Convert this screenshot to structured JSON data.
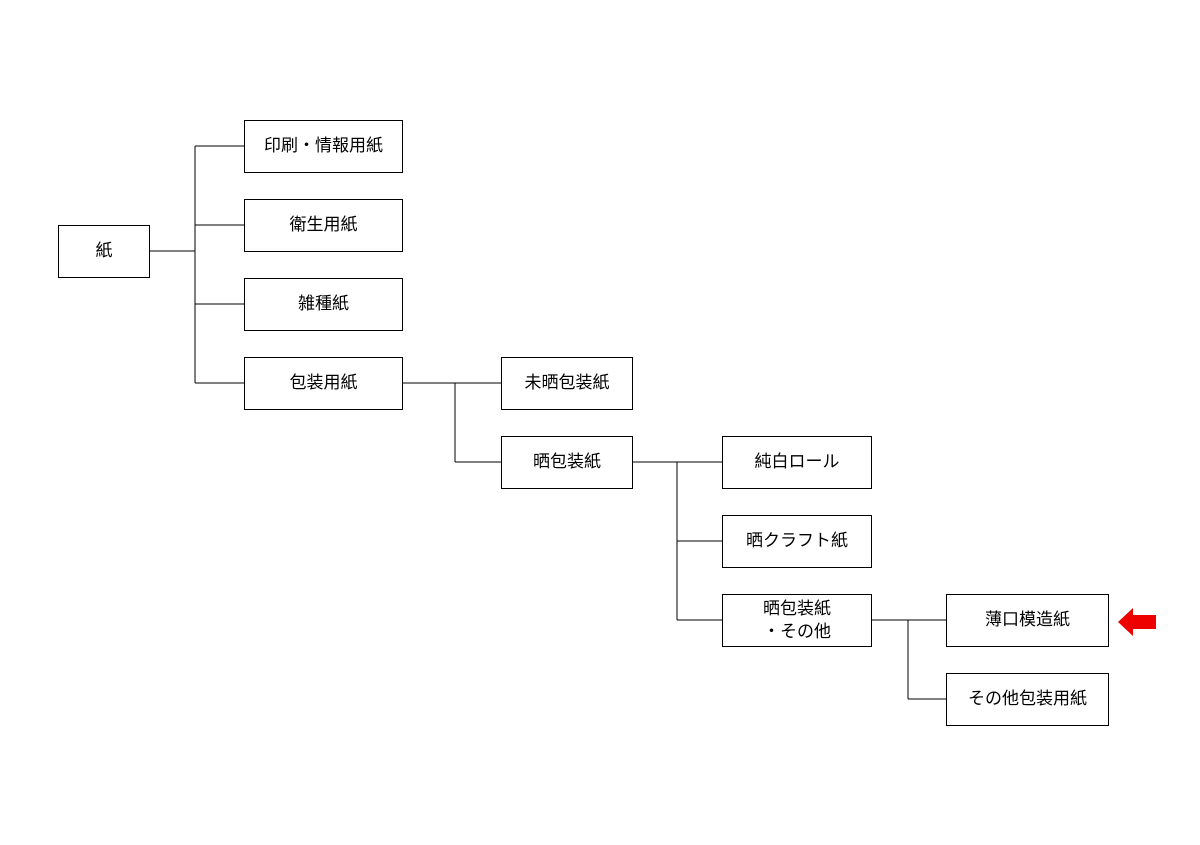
{
  "diagram": {
    "root": {
      "label": "紙"
    },
    "level1": {
      "printing": "印刷・情報用紙",
      "sanitary": "衛生用紙",
      "misc": "雑種紙",
      "packaging": "包装用紙"
    },
    "packaging_children": {
      "unbleached": "未晒包装紙",
      "bleached": "晒包装紙"
    },
    "bleached_children": {
      "pure_white_roll": "純白ロール",
      "bleached_kraft": "晒クラフト紙",
      "bleached_other_line1": "晒包装紙",
      "bleached_other_line2": "・その他"
    },
    "other_children": {
      "thin_simili": "薄口模造紙",
      "other_packaging": "その他包装用紙"
    }
  },
  "highlight": {
    "target": "薄口模造紙",
    "icon": "left-arrow-icon",
    "color": "#ee0000"
  },
  "colors": {
    "line": "#000000",
    "box_border": "#000000",
    "background": "#ffffff"
  }
}
